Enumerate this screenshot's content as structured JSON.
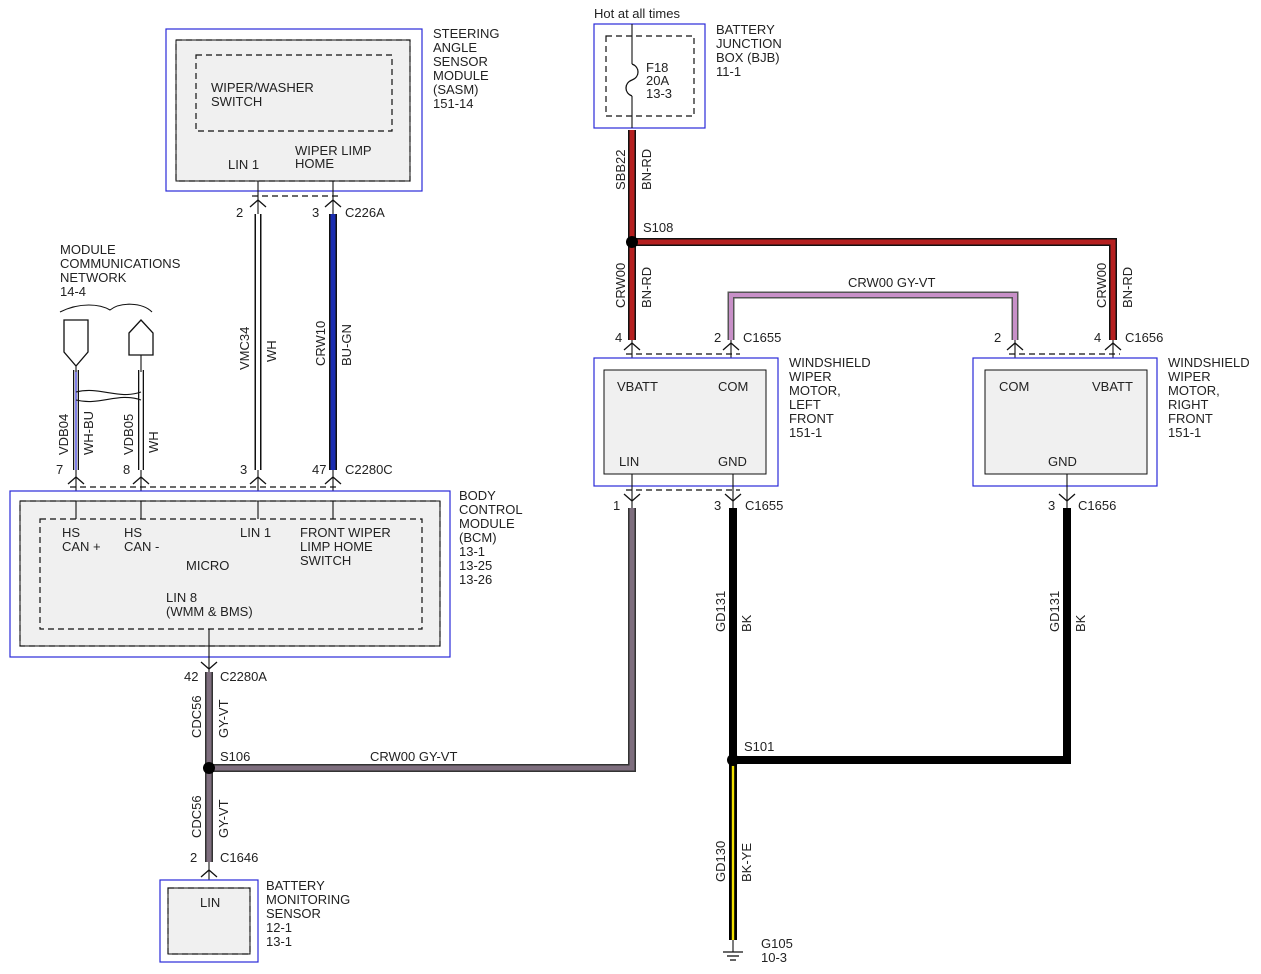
{
  "modules": {
    "sasm": {
      "title": [
        "STEERING",
        "ANGLE",
        "SENSOR",
        "MODULE",
        "(SASM)",
        "151-14"
      ],
      "switch": [
        "WIPER/WASHER",
        "SWITCH"
      ],
      "pin_lin1": "LIN 1",
      "pin_limp": [
        "WIPER LIMP",
        "HOME"
      ]
    },
    "bjb": {
      "title": [
        "BATTERY",
        "JUNCTION",
        "BOX (BJB)",
        "11-1"
      ],
      "fuse": [
        "F18",
        "20A",
        "13-3"
      ],
      "supply": "Hot at all times"
    },
    "mcn": {
      "title": [
        "MODULE",
        "COMMUNICATIONS",
        "NETWORK",
        "14-4"
      ]
    },
    "bcm": {
      "title": [
        "BODY",
        "CONTROL",
        "MODULE",
        "(BCM)",
        "13-1",
        "13-25",
        "13-26"
      ],
      "hs_can_plus": [
        "HS",
        "CAN +"
      ],
      "hs_can_minus": [
        "HS",
        "CAN -"
      ],
      "lin1": "LIN 1",
      "front_wiper": [
        "FRONT WIPER",
        "LIMP HOME",
        "SWITCH"
      ],
      "micro": "MICRO",
      "lin8": [
        "LIN 8",
        "(WMM & BMS)"
      ]
    },
    "wml": {
      "title": [
        "WINDSHIELD",
        "WIPER",
        "MOTOR,",
        "LEFT",
        "FRONT",
        "151-1"
      ],
      "vbatt": "VBATT",
      "com": "COM",
      "lin": "LIN",
      "gnd": "GND"
    },
    "wmr": {
      "title": [
        "WINDSHIELD",
        "WIPER",
        "MOTOR,",
        "RIGHT",
        "FRONT",
        "151-1"
      ],
      "com": "COM",
      "vbatt": "VBATT",
      "gnd": "GND"
    },
    "bms": {
      "title": [
        "BATTERY",
        "MONITORING",
        "SENSOR",
        "12-1",
        "13-1"
      ],
      "lin": "LIN"
    }
  },
  "connectors": {
    "c226a": "C226A",
    "c2280c": "C2280C",
    "c2280a": "C2280A",
    "c1655_top": "C1655",
    "c1656_top": "C1656",
    "c1655_bot": "C1655",
    "c1656_bot": "C1656",
    "c1646": "C1646"
  },
  "pins": {
    "p2_sasm": "2",
    "p3_sasm": "3",
    "p7": "7",
    "p8": "8",
    "p3_bcm": "3",
    "p47": "47",
    "p42": "42",
    "p2_bms": "2",
    "p4_wml": "4",
    "p2_wml": "2",
    "p2_wmr": "2",
    "p4_wmr": "4",
    "p1_wml": "1",
    "p3_wml": "3",
    "p3_wmr": "3"
  },
  "splices": {
    "s108": "S108",
    "s106": "S106",
    "s101": "S101"
  },
  "ground": {
    "name": "G105",
    "ref": "10-3"
  },
  "wires": {
    "vdb04": {
      "circuit": "VDB04",
      "color": "WH-BU"
    },
    "vdb05": {
      "circuit": "VDB05",
      "color": "WH"
    },
    "vmc34": {
      "circuit": "VMC34",
      "color": "WH"
    },
    "crw10": {
      "circuit": "CRW10",
      "color": "BU-GN"
    },
    "sbb22": {
      "circuit": "SBB22",
      "color": "BN-RD"
    },
    "crw00_l": {
      "circuit": "CRW00",
      "color": "BN-RD"
    },
    "crw00_r": {
      "circuit": "CRW00",
      "color": "BN-RD"
    },
    "crw00_top": {
      "label": "CRW00  GY-VT"
    },
    "crw00_bottom": {
      "label": "CRW00  GY-VT"
    },
    "cdc56_a": {
      "circuit": "CDC56",
      "color": "GY-VT"
    },
    "cdc56_b": {
      "circuit": "CDC56",
      "color": "GY-VT"
    },
    "gd131_l": {
      "circuit": "GD131",
      "color": "BK"
    },
    "gd131_r": {
      "circuit": "GD131",
      "color": "BK"
    },
    "gd130": {
      "circuit": "GD130",
      "color": "BK-YE"
    }
  },
  "colors": {
    "module_border": "#2a2ad8",
    "red": "#b52020",
    "gray_violet": "#7e6e7e",
    "violet": "#c890c8",
    "blue": "#1a2db0",
    "black": "#000000",
    "yellow": "#f0e000",
    "gray": "#f0f0f0"
  }
}
